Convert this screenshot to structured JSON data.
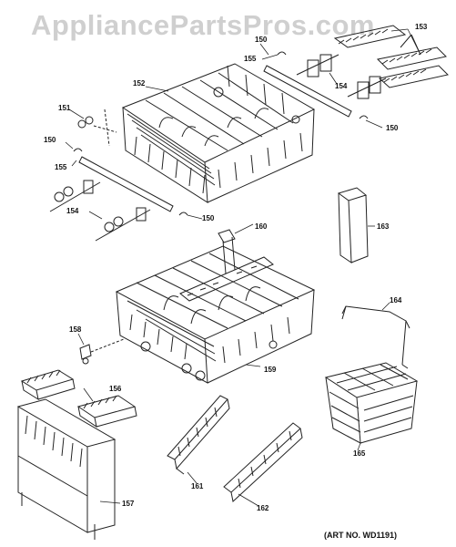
{
  "watermark": "AppliancePartsPros.com",
  "art_number": "(ART NO. WD1191)",
  "callouts": {
    "c150a": "150",
    "c150b": "150",
    "c150c": "150",
    "c150d": "150",
    "c151": "151",
    "c152": "152",
    "c153": "153",
    "c154a": "154",
    "c154b": "154",
    "c155a": "155",
    "c155b": "155",
    "c156": "156",
    "c157": "157",
    "c158": "158",
    "c159": "159",
    "c160": "160",
    "c161": "161",
    "c162": "162",
    "c163": "163",
    "c164": "164",
    "c165": "165"
  }
}
